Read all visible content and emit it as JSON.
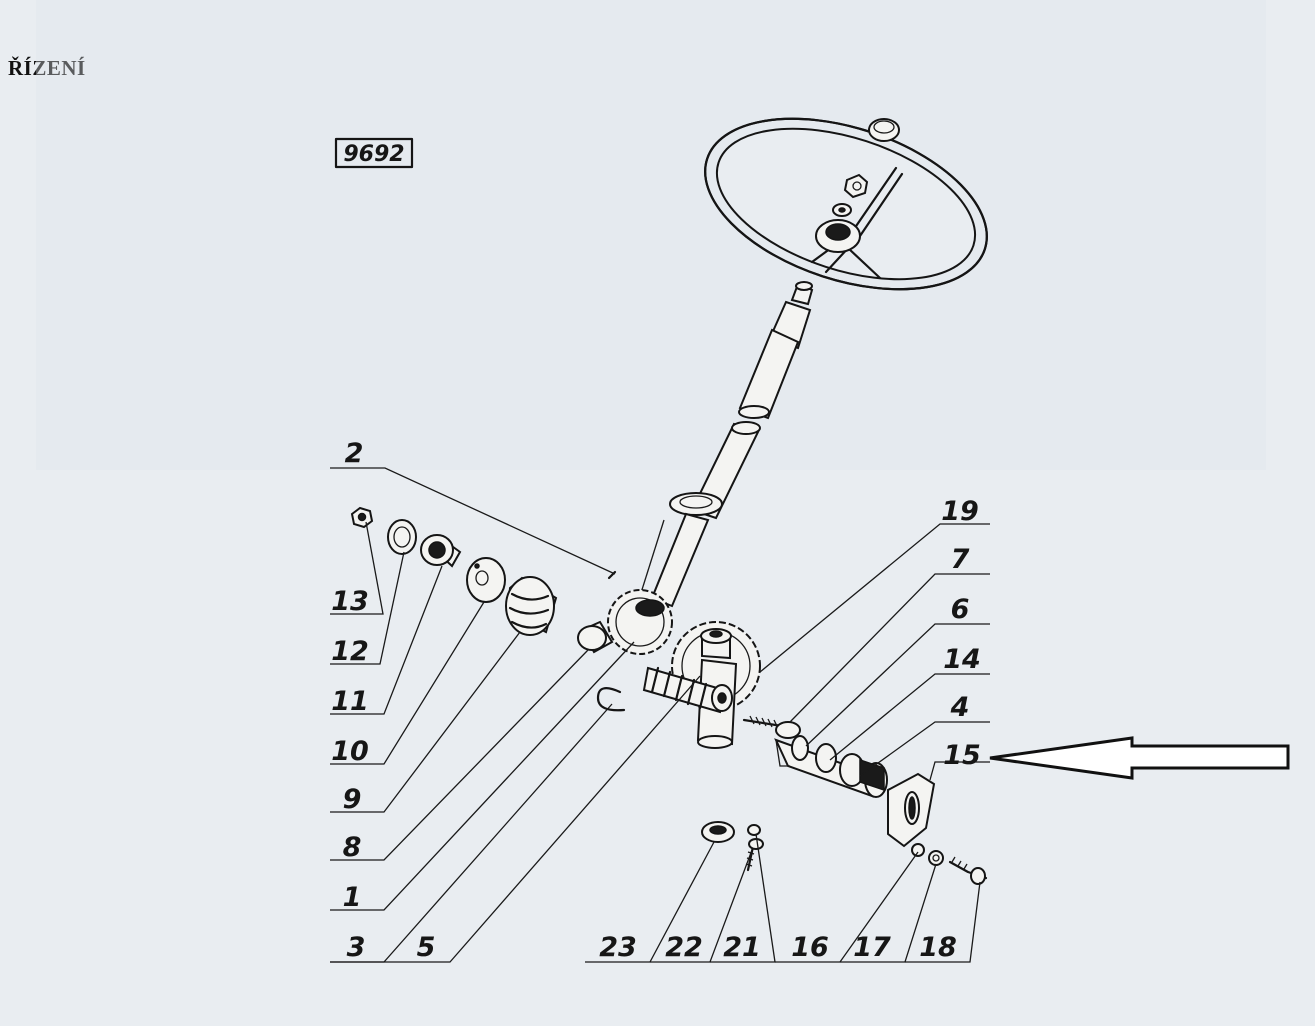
{
  "page": {
    "title": "ŘÍZENÍ"
  },
  "diagram": {
    "drawing_number": "9692",
    "labels": {
      "p1": "1",
      "p2": "2",
      "p3": "3",
      "p4": "4",
      "p5": "5",
      "p6": "6",
      "p7": "7",
      "p8": "8",
      "p9": "9",
      "p10": "10",
      "p11": "11",
      "p12": "12",
      "p13": "13",
      "p14": "14",
      "p15": "15",
      "p16": "16",
      "p17": "17",
      "p18": "18",
      "p19": "19",
      "p21": "21",
      "p22": "22",
      "p23": "23"
    },
    "highlight": {
      "target": "15",
      "indicator": "arrow-icon"
    }
  }
}
